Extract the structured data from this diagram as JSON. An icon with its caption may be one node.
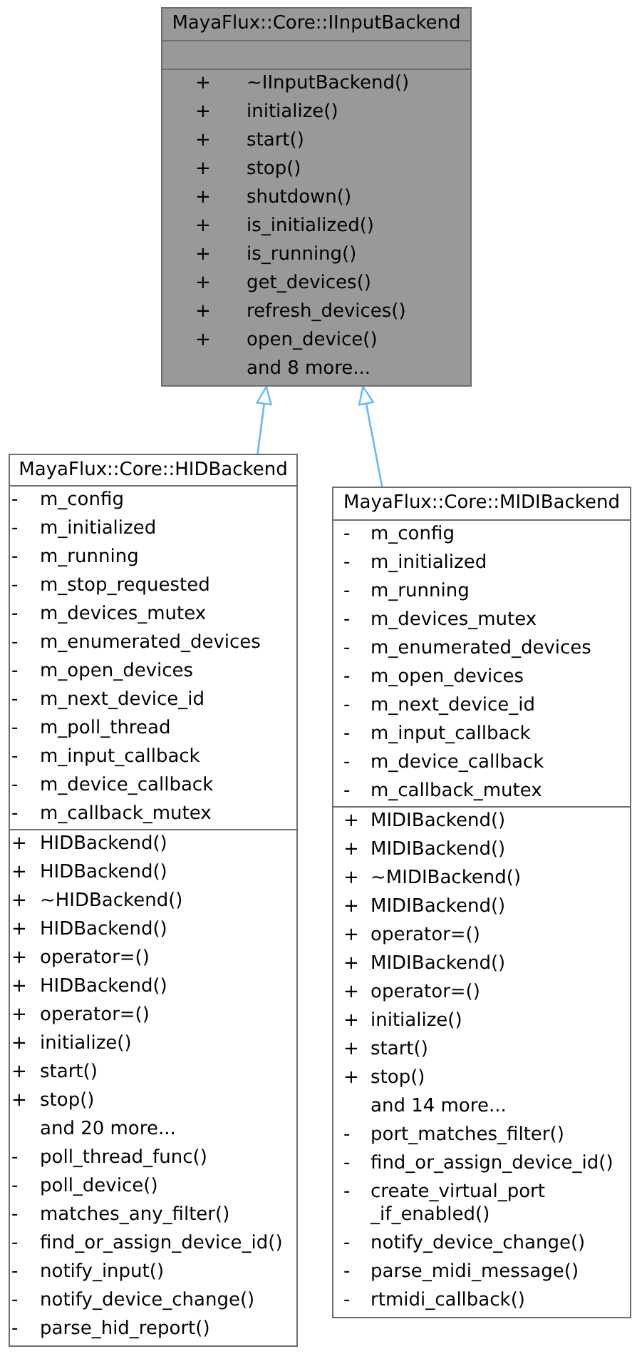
{
  "diagram": {
    "nodes": [
      {
        "text": [
          "MayaFlux::Core::IInputBackend"
        ]
      },
      {
        "text": [],
        "shape": "box",
        "in": 0
      },
      {
        "text": [
          "+ ~IInputBackend()",
          "+ initialize()",
          "+ start()",
          "+ stop()",
          "+ shutdown()",
          "+ is_initialized()",
          "+ is_running()",
          "+ get_devices()",
          "+ refresh_devices()",
          "+ open_device()",
          "and 8 more..."
        ],
        "in": 0
      },
      {
        "text": [
          "MayaFlux::Core::HIDBackend"
        ]
      },
      {
        "text": [
          "- m_config",
          "- m_initialized",
          "- m_running",
          "- m_stop_requested",
          "- m_devices_mutex",
          "- m_enumerated_devices",
          "- m_open_devices",
          "- m_next_device_id",
          "- m_poll_thread",
          "- m_input_callback",
          "- m_device_callback",
          "- m_callback_mutex"
        ],
        "in": 3
      },
      {
        "text": [
          "+ HIDBackend()",
          "+ HIDBackend()",
          "+ ~HIDBackend()",
          "+ HIDBackend()",
          "+ operator=()",
          "+ HIDBackend()",
          "+ operator=()",
          "+ initialize()",
          "+ start()",
          "+ stop()",
          "and 20 more...",
          "- poll_thread_func()",
          "- poll_device()",
          "- matches_any_filter()",
          "- find_or_assign_device_id()",
          "- notify_input()",
          "- notify_device_change()",
          "- parse_hid_report()"
        ],
        "in": 3
      },
      {
        "text": [
          "MayaFlux::Core::MIDIBackend"
        ]
      },
      {
        "text": [
          "- m_config",
          "- m_initialized",
          "- m_running",
          "- m_devices_mutex",
          "- m_enumerated_devices",
          "- m_open_devices",
          "- m_next_device_id",
          "- m_input_callback",
          "- m_device_callback",
          "- m_callback_mutex"
        ],
        "in": 6
      },
      {
        "text": [
          "+ MIDIBackend()",
          "+ MIDIBackend()",
          "+ ~MIDIBackend()",
          "+ MIDIBackend()",
          "+ operator=()",
          "+ MIDIBackend()",
          "+ operator=()",
          "+ initialize()",
          "+ start()",
          "+ stop()",
          "and 14 more...",
          "- port_matches_filter()",
          "- find_or_assign_device_id()",
          "- create_virtual_port _if_enabled()",
          "- notify_device_change()",
          "- parse_midi_message()",
          "- rtmidi_callback()"
        ],
        "in": 6
      }
    ],
    "edges": [
      {
        "from": 3,
        "to": 0,
        "arrow": "to"
      },
      {
        "from": 6,
        "to": 0,
        "arrow": "to"
      }
    ]
  }
}
